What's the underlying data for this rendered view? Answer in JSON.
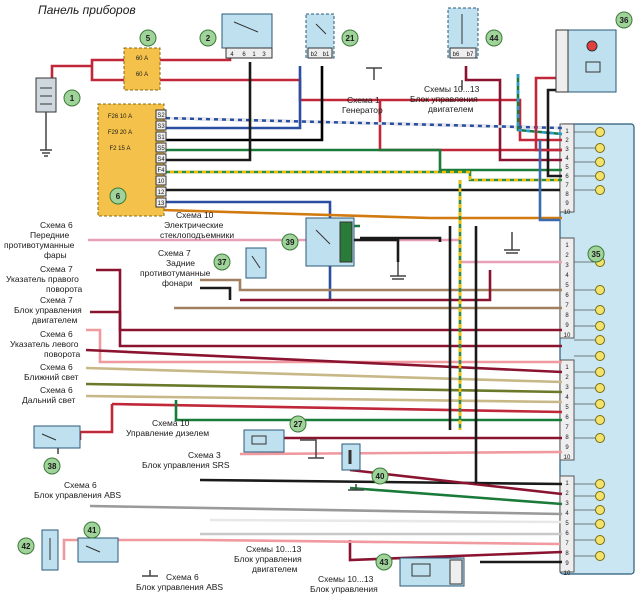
{
  "title": "Панель приборов",
  "badges": [
    "1",
    "2",
    "5",
    "6",
    "21",
    "35",
    "36",
    "37",
    "38",
    "39",
    "40",
    "41",
    "42",
    "43",
    "44",
    "27"
  ],
  "fuse_labels": [
    "60 А",
    "60 А",
    "F26 10 А",
    "F29 20 А",
    "F2 15 А"
  ],
  "relay2_pins": [
    "4",
    "6",
    "1",
    "3"
  ],
  "relay21_pins": [
    "b2",
    "b1"
  ],
  "relay44_pins": [
    "b6",
    "b7"
  ],
  "labels": {
    "scheme1": "Схема 1",
    "generator": "Генератор",
    "scheme10_13_a": "Схемы 10...13",
    "engine_unit_a": "Блок управления",
    "engine_unit_a2": "двигателем",
    "scheme10_windows": "Схема 10",
    "windows_1": "Электрические",
    "windows_2": "стеклоподъемники",
    "scheme6_fog_front": "Схема 6",
    "fog_front_1": "Передние",
    "fog_front_2": "противотуманные",
    "fog_front_3": "фары",
    "scheme7_right": "Схема 7",
    "right_1": "Указатель правого",
    "right_2": "поворота",
    "scheme7_rear": "Схема 7",
    "rear_1": "Задние",
    "rear_2": "противотуманные",
    "rear_3": "фонари",
    "scheme7_engine": "Схема 7",
    "engine_b1": "Блок управления",
    "engine_b2": "двигателем",
    "scheme6_left": "Схема 6",
    "left_1": "Указатель левого",
    "left_2": "поворота",
    "scheme6_low": "Схема 6",
    "low": "Ближний свет",
    "scheme6_high": "Схема 6",
    "high": "Дальний свет",
    "scheme10_diesel": "Схема 10",
    "diesel": "Управление дизелем",
    "scheme3_srs": "Схема 3",
    "srs": "Блок управления SRS",
    "scheme6_abs": "Схема 6",
    "abs": "Блок управления ABS",
    "scheme10_13_b": "Схемы 10...13",
    "engine_unit_b1": "Блок управления",
    "engine_unit_b2": "двигателем",
    "scheme6_abs2": "Схема 6",
    "abs2": "Блок управления ABS",
    "scheme10_13_c": "Схемы 10...13",
    "engine_unit_c": "Блок управления"
  },
  "connector_top_pins": [
    "1",
    "2",
    "3",
    "4",
    "5",
    "6",
    "7",
    "8",
    "9",
    "10"
  ],
  "connector_mid_pins": [
    "1",
    "2",
    "3",
    "4",
    "5",
    "6",
    "7",
    "8",
    "9",
    "10"
  ],
  "connector_bot_pins": [
    "1",
    "2",
    "3",
    "4",
    "5",
    "6",
    "7",
    "8",
    "9",
    "10"
  ],
  "fusebox_pins": [
    "S2",
    "S3",
    "S1",
    "S5",
    "S4",
    "F4",
    "10",
    "12",
    "13"
  ]
}
